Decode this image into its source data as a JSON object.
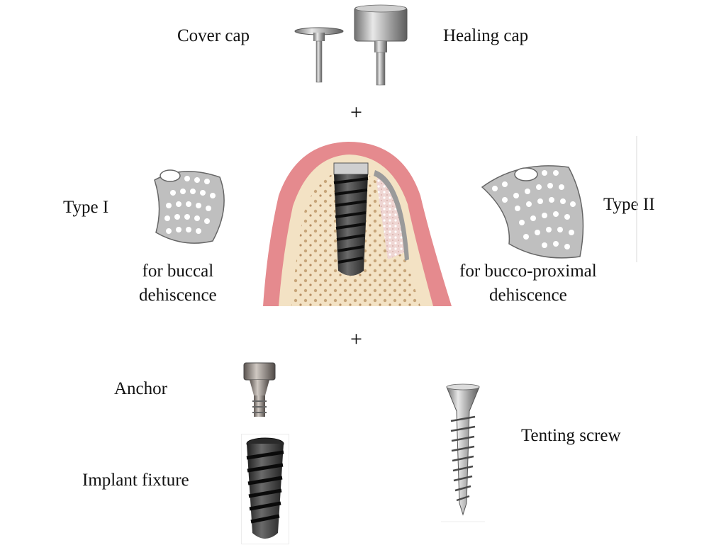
{
  "top": {
    "cover_cap": "Cover cap",
    "healing_cap": "Healing cap"
  },
  "plus_signs": [
    "+",
    "+"
  ],
  "membrane": {
    "type1": {
      "label": "Type I",
      "use_line1": "for buccal",
      "use_line2": "dehiscence"
    },
    "type2": {
      "label": "Type II",
      "use_line1": "for bucco-proximal",
      "use_line2": "dehiscence"
    }
  },
  "bottom": {
    "anchor": "Anchor",
    "implant_fixture": "Implant fixture",
    "tenting_screw": "Tenting screw"
  },
  "colors": {
    "gingiva": "#e58a8e",
    "bone": "#f3e2c4",
    "graft": "#ecd2cf",
    "metal": "#a8a8a8",
    "implant": "#3a3a3a"
  }
}
